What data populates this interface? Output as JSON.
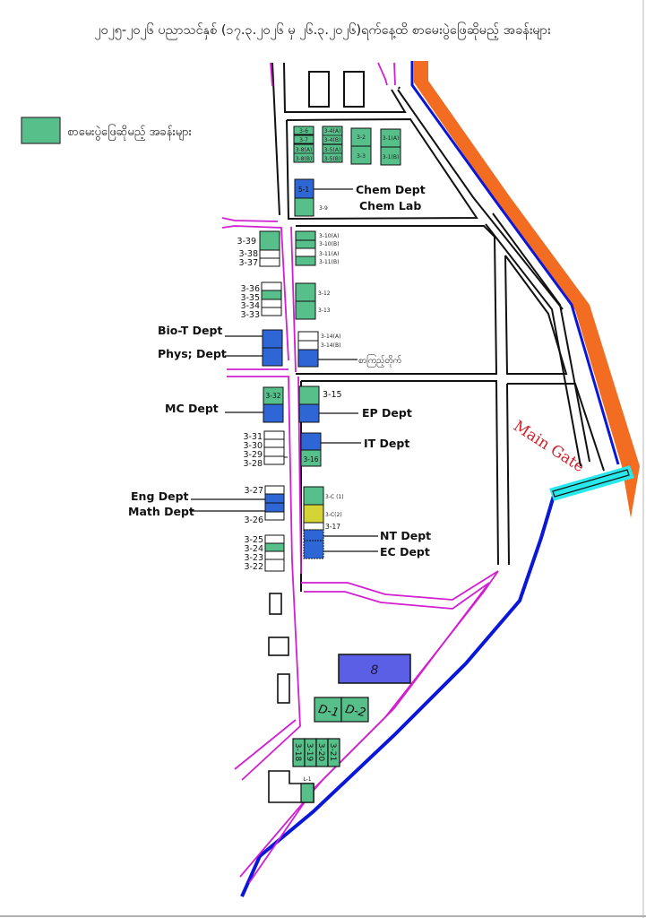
{
  "title": "၂၀၂၅-၂၀၂၆ ပညာသင်နှစ် (၁၇.၃.၂၀၂၆ မှ ၂၆.၃.၂၀၂၆)ရက်နေ့ထိ စာမေးပွဲဖြေဆိုမည့် အခန်းများ",
  "legend": {
    "label": "စာမေးပွဲဖြေဆိုမည့် အခန်းများ",
    "color": "#57c08a"
  },
  "colors": {
    "exam_room": "#57c08a",
    "department": "#2f66d6",
    "building_8": "#5b5fe6",
    "highlight_yellow": "#d4d436",
    "inner_road": "#d21fd2",
    "boundary_blue": "#0a16d8",
    "outer_road_orange": "#f26d21",
    "gate_cyan": "#28e8ec",
    "gate_text": "#d0202a"
  },
  "top_block": {
    "rooms": [
      "3-6",
      "3-7",
      "3-8(A)",
      "3-8(B)",
      "3-4(A)",
      "3-4(B)",
      "3-5(A)",
      "3-5(B)",
      "3-2",
      "3-3",
      "3-1(A)",
      "3-1(B)"
    ],
    "chem_rooms": [
      "5-1",
      "3-9"
    ],
    "chem_dept": "Chem Dept",
    "chem_lab": "Chem Lab"
  },
  "left_column": {
    "rooms_a": [
      "3-39",
      "3-38",
      "3-37"
    ],
    "rooms_b": [
      "3-36",
      "3-35",
      "3-34",
      "3-33"
    ],
    "rooms_c": [
      "3-32"
    ],
    "rooms_d": [
      "3-31",
      "3-30",
      "3-29",
      "3-28"
    ],
    "rooms_e": [
      "3-27",
      "3-26"
    ],
    "rooms_f": [
      "3-25",
      "3-24",
      "3-23",
      "3-22"
    ]
  },
  "right_column": {
    "rooms_a": [
      "3-10(A)",
      "3-10(B)",
      "3-11(A)",
      "3-11(B)"
    ],
    "rooms_b": [
      "3-12",
      "3-13"
    ],
    "rooms_c": [
      "3-14(A)",
      "3-14(B)"
    ],
    "rooms_d": [
      "3-15"
    ],
    "rooms_e": [
      "3-16"
    ],
    "rooms_f": [
      "3-C (1)",
      "3-C(2)",
      "3-17"
    ]
  },
  "departments": {
    "bio_t": "Bio-T Dept",
    "phys": "Phys; Dept",
    "mc": "MC Dept",
    "eng": "Eng Dept",
    "math": "Math Dept",
    "library": "စာကြည့်တိုက်",
    "ep": "EP Dept",
    "it": "IT Dept",
    "nt": "NT Dept",
    "ec": "EC Dept"
  },
  "bottom_area": {
    "building_8": "8",
    "d_rooms": [
      "D-1",
      "D-2"
    ],
    "rooms": [
      "3-18",
      "3-19",
      "3-20",
      "3-21"
    ],
    "lab": "L-1"
  },
  "main_gate": "Main Gate"
}
